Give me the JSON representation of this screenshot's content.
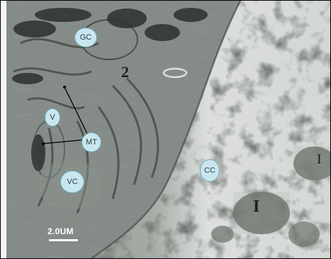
{
  "labels": {
    "gc": "GC",
    "v": "V",
    "mt": "MT",
    "vc": "VC",
    "cc": "CC",
    "two": "2",
    "roman_one_right": "I",
    "roman_one_center": "I"
  },
  "scale_bar": {
    "text": "2.0UM"
  },
  "colors": {
    "bubble": "#c9e6ee",
    "scale_bar": "#ffffff",
    "tissue": "#6f7770"
  }
}
